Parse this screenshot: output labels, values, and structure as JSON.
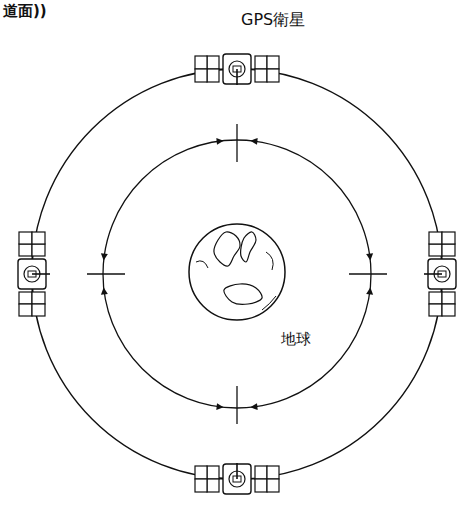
{
  "diagram": {
    "labels": [
      "道面))",
      "GPS衛星",
      "地球"
    ]
  }
}
